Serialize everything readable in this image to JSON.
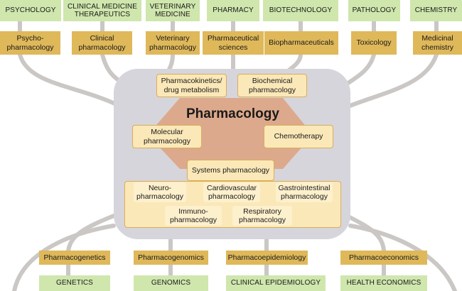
{
  "top_disciplines": [
    {
      "discipline": "PSYCHOLOGY",
      "field": "Psycho-\npharmacology"
    },
    {
      "discipline": "CLINICAL MEDICINE\nTHERAPEUTICS",
      "field": "Clinical\npharmacology"
    },
    {
      "discipline": "VETERINARY\nMEDICINE",
      "field": "Veterinary\npharmacology"
    },
    {
      "discipline": "PHARMACY",
      "field": "Pharmaceutical\nsciences"
    },
    {
      "discipline": "BIOTECHNOLOGY",
      "field": "Biopharmaceuticals"
    },
    {
      "discipline": "PATHOLOGY",
      "field": "Toxicology"
    },
    {
      "discipline": "CHEMISTRY",
      "field": "Medicinal\nchemistry"
    }
  ],
  "core": {
    "title": "Pharmacology",
    "pharmacokinetics": "Pharmacokinetics/\ndrug metabolism",
    "biochemical": "Biochemical\npharmacology",
    "molecular": "Molecular\npharmacology",
    "chemotherapy": "Chemotherapy",
    "systems": "Systems pharmacology",
    "neuro": "Neuro-\npharmacology",
    "cardiovascular": "Cardiovascular\npharmacology",
    "gastrointestinal": "Gastrointestinal\npharmacology",
    "immuno": "Immuno-\npharmacology",
    "respiratory": "Respiratory\npharmacology"
  },
  "bottom_disciplines": [
    {
      "field": "Pharmacogenetics",
      "discipline": "GENETICS"
    },
    {
      "field": "Pharmacogenomics",
      "discipline": "GENOMICS"
    },
    {
      "field": "Pharmacoepidemiology",
      "discipline": "CLINICAL EPIDEMIOLOGY"
    },
    {
      "field": "Pharmacoeconomics",
      "discipline": "HEALTH ECONOMICS"
    }
  ],
  "colors": {
    "discipline_box": "#cfe6ad",
    "field_box": "#dfb85a",
    "core_panel": "#d6d5dc",
    "hexagon": "#dda98c",
    "subfield_box": "#fbe8b8",
    "connector": "#cbc7c5"
  }
}
